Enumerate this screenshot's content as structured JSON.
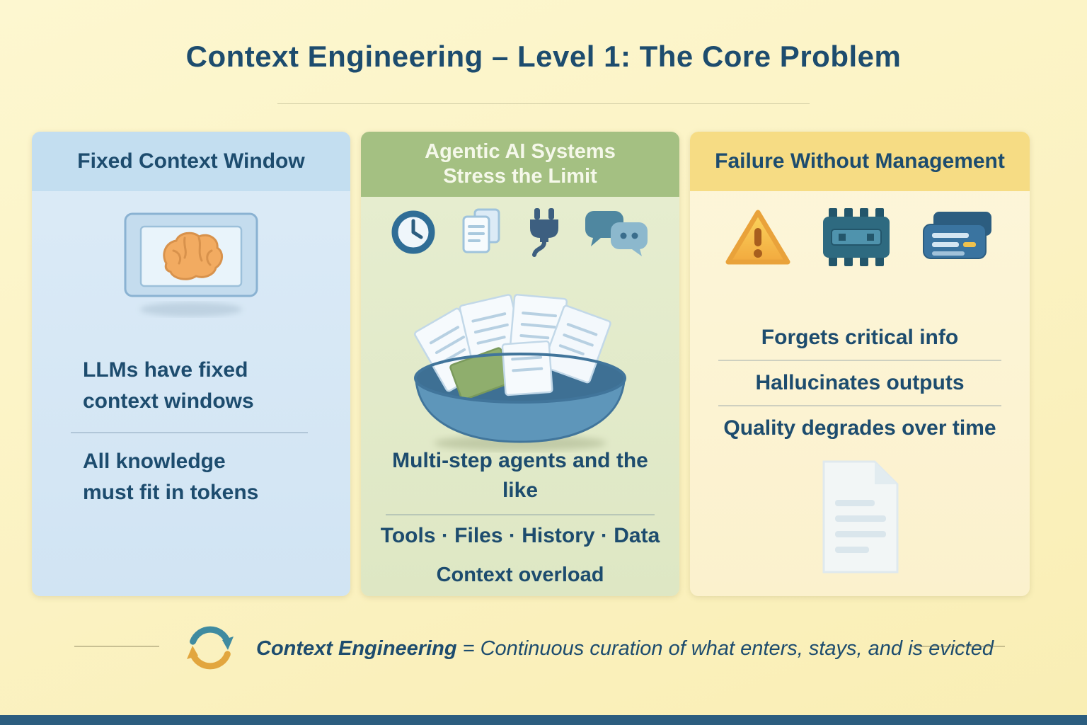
{
  "title": "Context Engineering – Level 1: The Core Problem",
  "cards": [
    {
      "header": "Fixed Context Window",
      "icon": "brain-in-box-icon",
      "point1": "LLMs have fixed context windows",
      "point2": "All knowledge must fit in tokens"
    },
    {
      "header_line1": "Agentic AI Systems",
      "header_line2": "Stress the Limit",
      "icons": [
        "clock-icon",
        "documents-icon",
        "plug-icon",
        "chat-bubbles-icon"
      ],
      "illustration": "overflowing-basket-of-documents",
      "caption": "Multi-step agents and the like",
      "categories": "Tools · Files · History · Data",
      "status": "Context overload"
    },
    {
      "header": "Failure Without Management",
      "icons": [
        "warning-triangle-icon",
        "chip-icon",
        "stacked-cards-icon"
      ],
      "items": [
        "Forgets critical info",
        "Hallucinates outputs",
        "Quality degrades over time"
      ],
      "footer_icon": "faded-document-icon"
    }
  ],
  "footer": {
    "icon": "cycle-arrows-icon",
    "term": "Context Engineering",
    "definition": "= Continuous curation of what enters, stays, and is evicted"
  },
  "colors": {
    "background": "#fbf2c4",
    "title_text": "#1d4c6e",
    "card1_body": "#d6e8f5",
    "card1_header": "#c3def0",
    "card2_body": "#e2eacb",
    "card2_header": "#a4c082",
    "card3_body": "#fcf5d8",
    "card3_header": "#f6dc84",
    "bottom_bar": "#2c5d7f",
    "accent_orange": "#f2ab61",
    "accent_teal": "#3f8ba0"
  }
}
